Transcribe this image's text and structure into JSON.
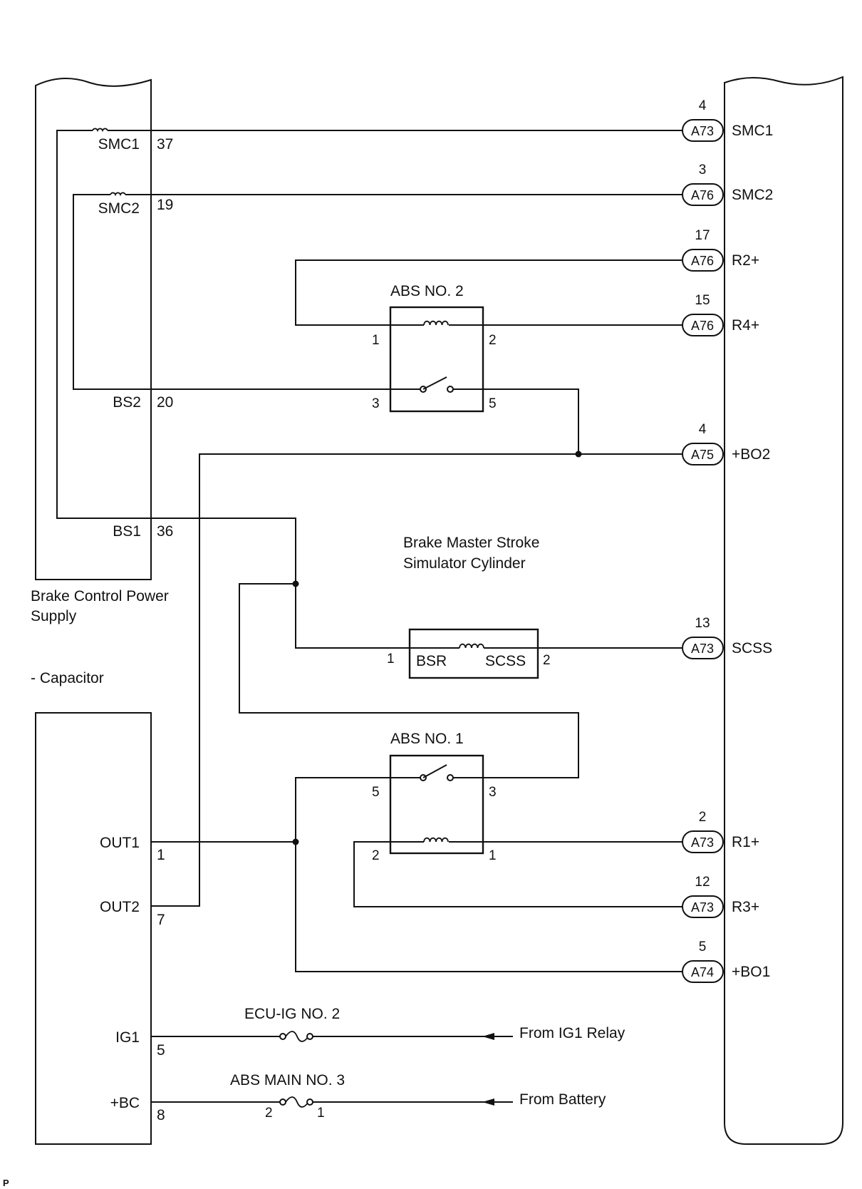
{
  "power_supply": {
    "title_line1": "Brake Control Power",
    "title_line2": "Supply",
    "subtitle": "- Capacitor",
    "upper_terminals": [
      {
        "name": "SMC1",
        "pin": "37"
      },
      {
        "name": "SMC2",
        "pin": "19"
      },
      {
        "name": "BS2",
        "pin": "20"
      },
      {
        "name": "BS1",
        "pin": "36"
      }
    ],
    "lower_terminals": [
      {
        "name": "OUT1",
        "pin": "1"
      },
      {
        "name": "OUT2",
        "pin": "7"
      },
      {
        "name": "IG1",
        "pin": "5"
      },
      {
        "name": "+BC",
        "pin": "8"
      }
    ]
  },
  "ecu_connectors": [
    {
      "pin": "4",
      "connector": "A73",
      "signal": "SMC1"
    },
    {
      "pin": "3",
      "connector": "A76",
      "signal": "SMC2"
    },
    {
      "pin": "17",
      "connector": "A76",
      "signal": "R2+"
    },
    {
      "pin": "15",
      "connector": "A76",
      "signal": "R4+"
    },
    {
      "pin": "4",
      "connector": "A75",
      "signal": "+BO2"
    },
    {
      "pin": "13",
      "connector": "A73",
      "signal": "SCSS"
    },
    {
      "pin": "2",
      "connector": "A73",
      "signal": "R1+"
    },
    {
      "pin": "12",
      "connector": "A73",
      "signal": "R3+"
    },
    {
      "pin": "5",
      "connector": "A74",
      "signal": "+BO1"
    }
  ],
  "relay_abs2": {
    "label": "ABS NO. 2",
    "pin_coil_left": "1",
    "pin_coil_right": "2",
    "pin_switch_left": "3",
    "pin_switch_right": "5"
  },
  "relay_abs1": {
    "label": "ABS NO. 1",
    "pin_switch_left": "5",
    "pin_switch_right": "3",
    "pin_coil_left": "2",
    "pin_coil_right": "1"
  },
  "simulator": {
    "label_line1": "Brake Master Stroke",
    "label_line2": "Simulator Cylinder",
    "left_terminal": "BSR",
    "right_terminal": "SCSS",
    "pin_left": "1",
    "pin_right": "2"
  },
  "fuse_ecu_ig2": {
    "label": "ECU-IG NO. 2",
    "source": "From IG1 Relay"
  },
  "fuse_abs_main3": {
    "label": "ABS MAIN NO. 3",
    "pin_left": "2",
    "pin_right": "1",
    "source": "From Battery"
  },
  "footer_mark": "P"
}
